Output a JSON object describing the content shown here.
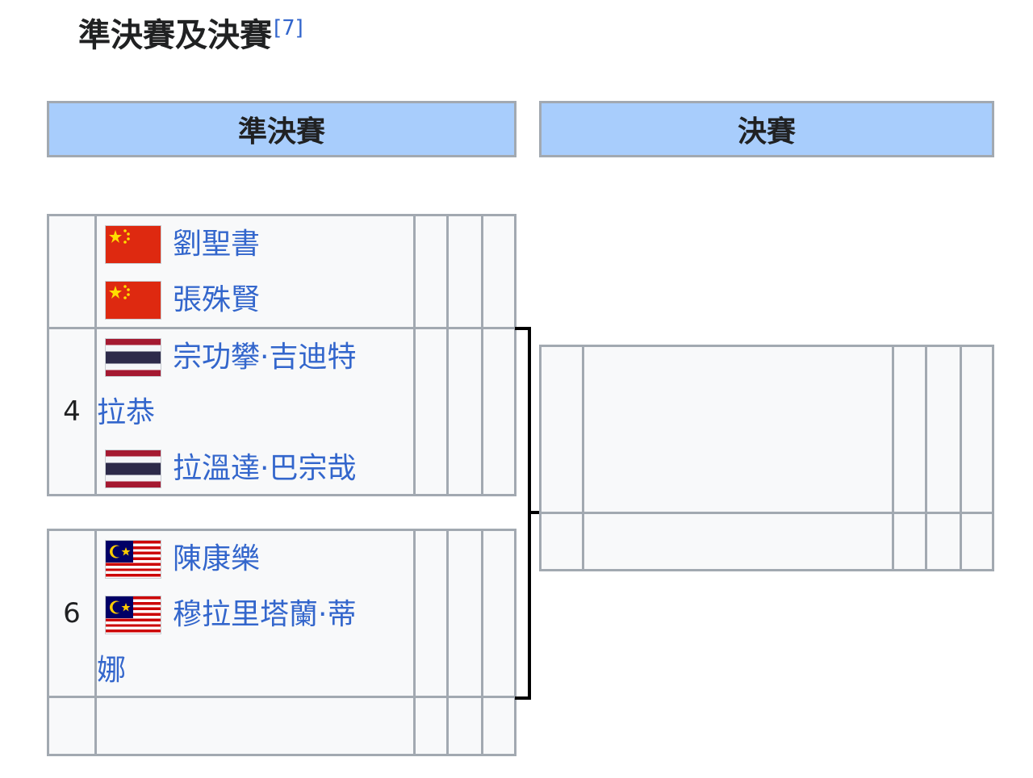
{
  "section": {
    "title": "準決賽及決賽",
    "ref": "[7]"
  },
  "rounds": {
    "semifinal_label": "準決賽",
    "final_label": "決賽"
  },
  "semifinals": [
    {
      "seed": "",
      "players": [
        {
          "flag": "china-flag-icon",
          "name": "劉聖書"
        },
        {
          "flag": "china-flag-icon",
          "name": "張殊賢"
        }
      ]
    },
    {
      "seed": "4",
      "players": [
        {
          "flag": "thailand-flag-icon",
          "name_line1": "宗功攀·吉迪特",
          "name_line2": "拉恭"
        },
        {
          "flag": "thailand-flag-icon",
          "name": "拉溫達·巴宗哉"
        }
      ]
    },
    {
      "seed": "6",
      "players": [
        {
          "flag": "malaysia-flag-icon",
          "name": "陳康樂"
        },
        {
          "flag": "malaysia-flag-icon",
          "name_line1": "穆拉里塔蘭·蒂",
          "name_line2": "娜"
        }
      ]
    },
    {
      "seed": "",
      "players": []
    }
  ],
  "colors": {
    "header_bg": "#a8cdfc",
    "cell_bg": "#f8f9fa",
    "border": "#a2a9b1",
    "link": "#3366cc"
  }
}
